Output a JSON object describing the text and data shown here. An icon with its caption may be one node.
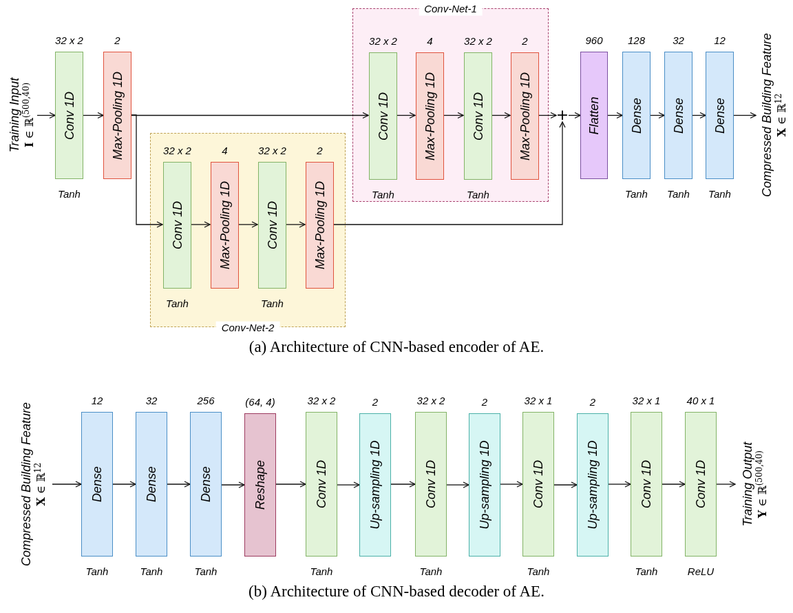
{
  "diagram": {
    "nodes": [
      {
        "text": [
          "Training Input",
          "**I** ∈ ℝ$^{(500,40)}$"
        ]
      },
      {
        "text": [
          "Conv 1D"
        ],
        "beside": [
          "32 x 2",
          "Tanh"
        ]
      },
      {
        "text": [
          "Max-Pooling 1D"
        ],
        "beside": [
          "2"
        ]
      },
      {
        "text": [
          "Conv-Net-1"
        ]
      },
      {
        "text": [
          "Conv 1D"
        ],
        "in": 3,
        "beside": [
          "32 x 2",
          "Tanh"
        ]
      },
      {
        "text": [
          "Max-Pooling 1D"
        ],
        "in": 3,
        "beside": [
          "4"
        ]
      },
      {
        "text": [
          "Conv 1D"
        ],
        "in": 3,
        "beside": [
          "32 x 2",
          "Tanh"
        ]
      },
      {
        "text": [
          "Max-Pooling 1D"
        ],
        "in": 3,
        "beside": [
          "2"
        ]
      },
      {
        "text": [
          "Conv-Net-2"
        ]
      },
      {
        "text": [
          "Conv 1D"
        ],
        "in": 8,
        "beside": [
          "32 x 2",
          "Tanh"
        ]
      },
      {
        "text": [
          "Max-Pooling 1D"
        ],
        "in": 8,
        "beside": [
          "4"
        ]
      },
      {
        "text": [
          "Conv 1D"
        ],
        "in": 8,
        "beside": [
          "32 x 2",
          "Tanh"
        ]
      },
      {
        "text": [
          "Max-Pooling 1D"
        ],
        "in": 8,
        "beside": [
          "2"
        ]
      },
      {
        "text": [
          "+"
        ]
      },
      {
        "text": [
          "Flatten"
        ],
        "beside": [
          "960"
        ]
      },
      {
        "text": [
          "Dense"
        ],
        "beside": [
          "128",
          "Tanh"
        ]
      },
      {
        "text": [
          "Dense"
        ],
        "beside": [
          "32",
          "Tanh"
        ]
      },
      {
        "text": [
          "Dense"
        ],
        "beside": [
          "12",
          "Tanh"
        ]
      },
      {
        "text": [
          "Compressed Building Feature",
          "**X** ∈ ℝ$^{12}$"
        ]
      },
      {
        "text": [
          "Compressed Building Feature",
          "**X** ∈ ℝ$^{12}$"
        ]
      },
      {
        "text": [
          "Dense"
        ],
        "beside": [
          "12",
          "Tanh"
        ]
      },
      {
        "text": [
          "Dense"
        ],
        "beside": [
          "32",
          "Tanh"
        ]
      },
      {
        "text": [
          "Dense"
        ],
        "beside": [
          "256",
          "Tanh"
        ]
      },
      {
        "text": [
          "Reshape"
        ],
        "beside": [
          "(64, 4)"
        ]
      },
      {
        "text": [
          "Conv 1D"
        ],
        "beside": [
          "32 x 2",
          "Tanh"
        ]
      },
      {
        "text": [
          "Up-sampling 1D"
        ],
        "beside": [
          "2"
        ]
      },
      {
        "text": [
          "Conv 1D"
        ],
        "beside": [
          "32 x 2",
          "Tanh"
        ]
      },
      {
        "text": [
          "Up-sampling 1D"
        ],
        "beside": [
          "2"
        ]
      },
      {
        "text": [
          "Conv 1D"
        ],
        "beside": [
          "32 x 1",
          "Tanh"
        ]
      },
      {
        "text": [
          "Up-sampling 1D"
        ],
        "beside": [
          "2"
        ]
      },
      {
        "text": [
          "Conv 1D"
        ],
        "beside": [
          "32 x 1",
          "Tanh"
        ]
      },
      {
        "text": [
          "Conv 1D"
        ],
        "beside": [
          "40 x 1",
          "ReLU"
        ]
      },
      {
        "text": [
          "Training Output",
          "**Y** ∈ ℝ$^{(500,40)}$"
        ]
      }
    ],
    "edges": [
      {
        "from": 0,
        "to": 1,
        "arrow": "to"
      },
      {
        "from": 1,
        "to": 2,
        "arrow": "to"
      },
      {
        "from": 2,
        "to": 4,
        "arrow": "to"
      },
      {
        "from": 2,
        "to": 9,
        "arrow": "to"
      },
      {
        "from": 4,
        "to": 5,
        "arrow": "to"
      },
      {
        "from": 5,
        "to": 6,
        "arrow": "to"
      },
      {
        "from": 6,
        "to": 7,
        "arrow": "to"
      },
      {
        "from": 7,
        "to": 13,
        "arrow": "to"
      },
      {
        "from": 9,
        "to": 10,
        "arrow": "to"
      },
      {
        "from": 10,
        "to": 11,
        "arrow": "to"
      },
      {
        "from": 11,
        "to": 12,
        "arrow": "to"
      },
      {
        "from": 12,
        "to": 13,
        "arrow": "to"
      },
      {
        "from": 13,
        "to": 14,
        "arrow": "to"
      },
      {
        "from": 14,
        "to": 15,
        "arrow": "to"
      },
      {
        "from": 15,
        "to": 16,
        "arrow": "to"
      },
      {
        "from": 16,
        "to": 17,
        "arrow": "to"
      },
      {
        "from": 17,
        "to": 18,
        "arrow": "to"
      },
      {
        "from": 19,
        "to": 20,
        "arrow": "to"
      },
      {
        "from": 20,
        "to": 21,
        "arrow": "to"
      },
      {
        "from": 21,
        "to": 22,
        "arrow": "to"
      },
      {
        "from": 22,
        "to": 23,
        "arrow": "to"
      },
      {
        "from": 23,
        "to": 24,
        "arrow": "to"
      },
      {
        "from": 24,
        "to": 25,
        "arrow": "to"
      },
      {
        "from": 25,
        "to": 26,
        "arrow": "to"
      },
      {
        "from": 26,
        "to": 27,
        "arrow": "to"
      },
      {
        "from": 27,
        "to": 28,
        "arrow": "to"
      },
      {
        "from": 28,
        "to": 29,
        "arrow": "to"
      },
      {
        "from": 29,
        "to": 30,
        "arrow": "to"
      },
      {
        "from": 30,
        "to": 31,
        "arrow": "to"
      },
      {
        "from": 31,
        "to": 32,
        "arrow": "to"
      }
    ],
    "labels": [
      "(a) Architecture of CNN-based encoder of AE.",
      "(b) Architecture of CNN-based decoder of AE."
    ]
  }
}
